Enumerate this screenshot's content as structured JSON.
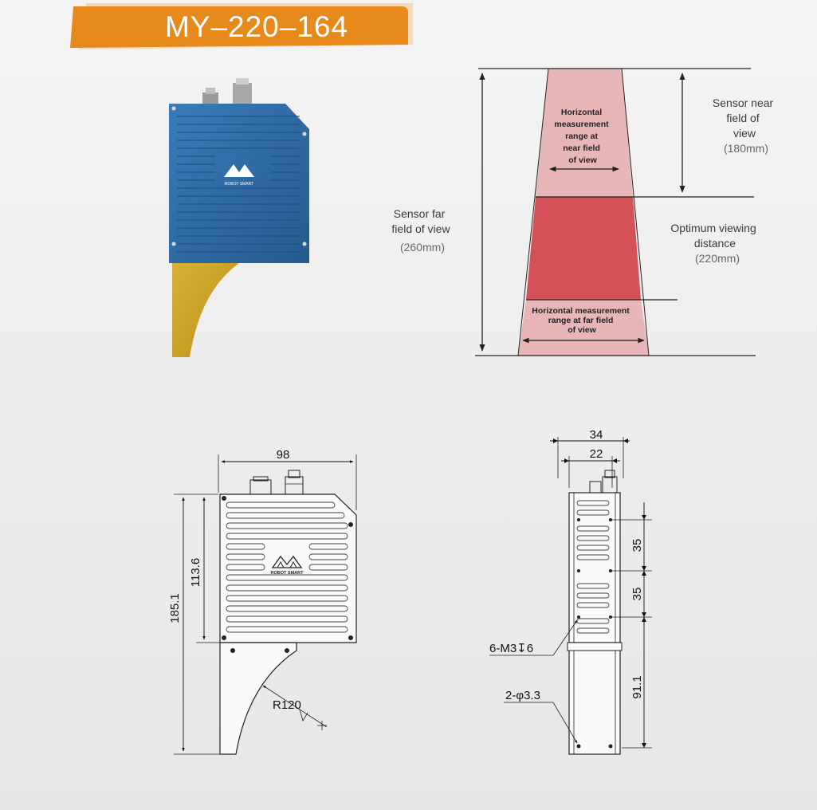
{
  "title": "MY–220–164",
  "colors": {
    "accent": "#e8891c",
    "sensor_body": "#2f6da8",
    "bracket": "#d1a627",
    "cone_light": "#e9b6b7",
    "cone_dark": "#d45158"
  },
  "photo": {
    "logo_text": "ROBOT SMART"
  },
  "cone": {
    "near_range_label": [
      "Horizontal",
      "measurement",
      "range at",
      "near field",
      "of view"
    ],
    "far_range_label": [
      "Horizontal measurement",
      "range at far field",
      "of view"
    ],
    "near_fov_label": [
      "Sensor near",
      "field of",
      "view"
    ],
    "near_fov_value": "(180mm)",
    "far_fov_label": [
      "Sensor far",
      "field of view"
    ],
    "far_fov_value": "(260mm)",
    "optimum_label": [
      "Optimum viewing",
      "distance"
    ],
    "optimum_value": "(220mm)"
  },
  "front_view": {
    "logo_text": "ROBOT SMART",
    "width_dim": "98",
    "total_height_dim": "185.1",
    "body_height_dim": "113.6",
    "radius_dim": "R120"
  },
  "side_view": {
    "outer_width_dim": "34",
    "inner_width_dim": "22",
    "spacing_dim_1": "35",
    "spacing_dim_2": "35",
    "bracket_height_dim": "91.1",
    "thread_label": "6-M3↧6",
    "hole_label": "2-φ3.3"
  }
}
